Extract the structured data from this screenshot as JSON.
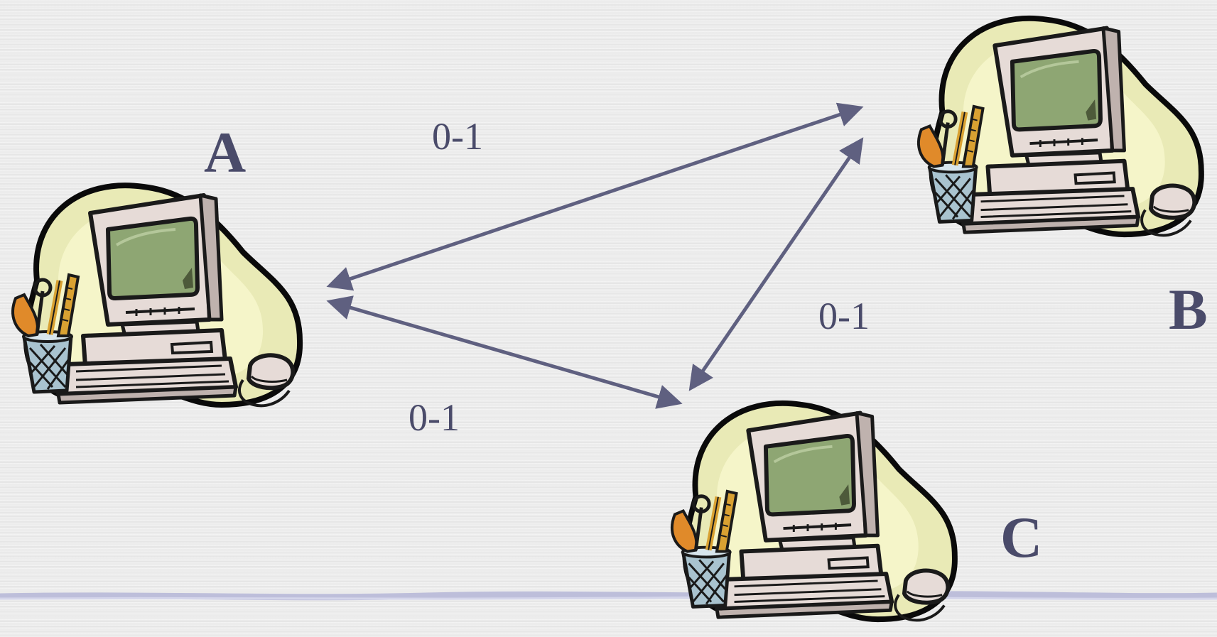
{
  "nodes": {
    "a": {
      "label": "A",
      "icon": "computer-clipart-icon"
    },
    "b": {
      "label": "B",
      "icon": "computer-clipart-icon"
    },
    "c": {
      "label": "C",
      "icon": "computer-clipart-icon"
    }
  },
  "edges": {
    "ab": {
      "from": "A",
      "to": "B",
      "label": "0-1",
      "bidirectional": true
    },
    "ac": {
      "from": "A",
      "to": "C",
      "label": "0-1",
      "bidirectional": true
    },
    "bc": {
      "from": "B",
      "to": "C",
      "label": "0-1",
      "bidirectional": true
    }
  },
  "colors": {
    "background": "#ececec",
    "edge": "#5f6080",
    "text": "#4a4b6a",
    "blob_fill": "#e9eab6",
    "blob_outline": "#0a0a0a",
    "monitor_body": "#e6dbd7",
    "screen": "#8ea673",
    "bottom_rule": "#b8b9d8"
  }
}
